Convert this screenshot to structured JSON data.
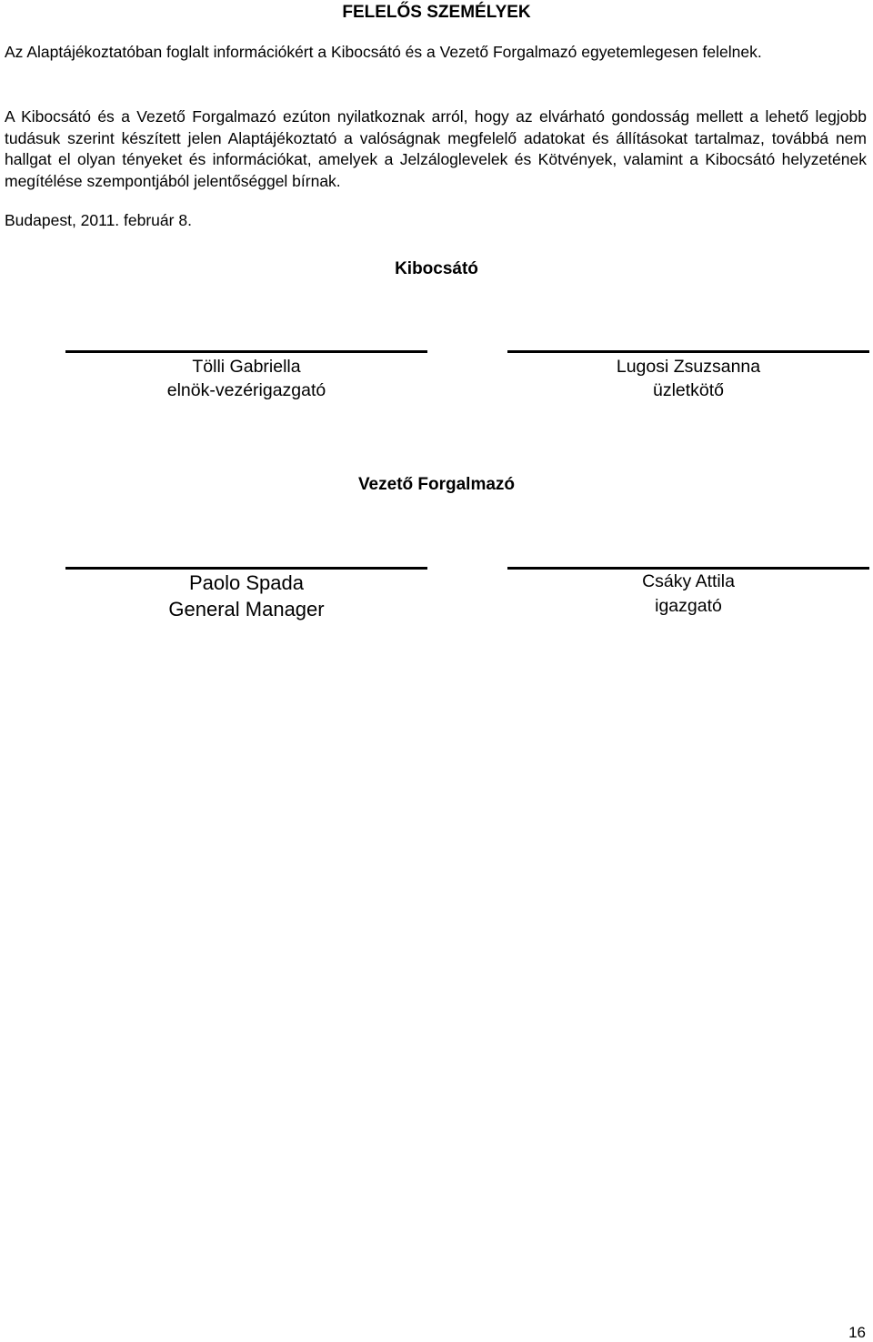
{
  "document": {
    "title": "FELELŐS SZEMÉLYEK",
    "paragraphs": [
      "Az Alaptájékoztatóban foglalt információkért a Kibocsátó és a Vezető Forgalmazó egyetemlegesen felelnek.",
      "A Kibocsátó és a Vezető Forgalmazó ezúton nyilatkoznak arról, hogy az elvárható gondosság mellett a lehető legjobb tudásuk szerint készített jelen Alaptájékoztató a valóságnak megfelelő adatokat és állításokat tartalmaz, továbbá nem hallgat el olyan tényeket és információkat, amelyek a Jelzáloglevelek és Kötvények, valamint a Kibocsátó helyzetének megítélése szempontjából jelentőséggel bírnak."
    ],
    "date": "Budapest, 2011. február 8.",
    "page_number": "16"
  },
  "issuer": {
    "heading": "Kibocsátó",
    "signatories": [
      {
        "name": "Tölli Gabriella",
        "role": "elnök-vezérigazgató"
      },
      {
        "name": "Lugosi Zsuzsanna",
        "role": "üzletkötő"
      }
    ]
  },
  "lead_manager": {
    "heading": "Vezető Forgalmazó",
    "signatories": [
      {
        "name": "Paolo Spada",
        "role": "General Manager"
      },
      {
        "name": "Csáky Attila",
        "role": "igazgató"
      }
    ]
  }
}
